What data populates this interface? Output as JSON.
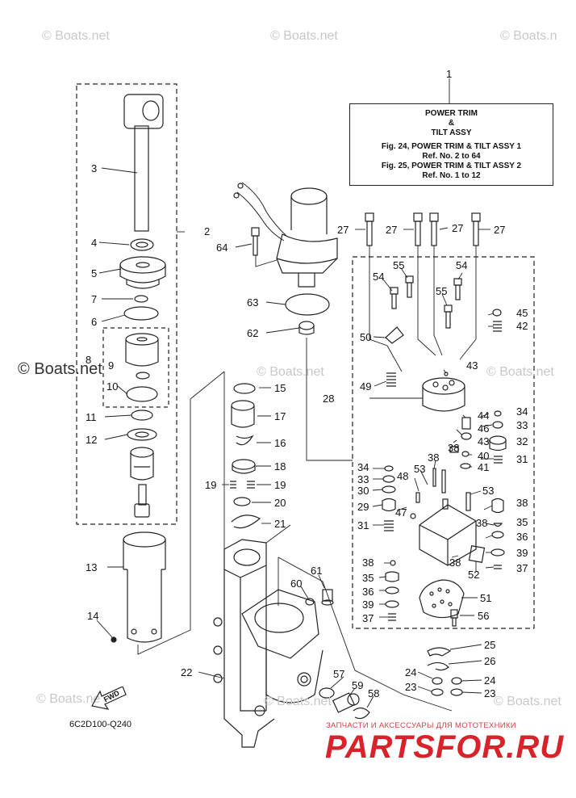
{
  "watermarks": {
    "top_left": "© Boats.net",
    "top_center": "© Boats.net",
    "top_right": "© Boats.n",
    "mid_left": "© Boats.net",
    "mid_center": "© Boats.net",
    "mid_right": "© Boats.net",
    "bottom_left": "© Boats.ne",
    "bottom_center": "© Boats.net",
    "bottom_right": "© Boats.net"
  },
  "info_box": {
    "ref_number": "1",
    "title_line1": "POWER TRIM",
    "title_line2": "&",
    "title_line3": "TILT ASSY",
    "fig1_line": "Fig. 24, POWER TRIM & TILT ASSY 1",
    "fig1_ref": "Ref. No. 2 to 64",
    "fig2_line": "Fig. 25, POWER TRIM & TILT ASSY 2",
    "fig2_ref": "Ref. No. 1 to 12"
  },
  "diagram_code": "6C2D100-Q240",
  "fwd_label": "FWD",
  "branding": {
    "ru_text": "ЗАПЧАСТИ И АКСЕССУАРЫ ДЛЯ МОТОТЕХНИКИ",
    "site": "PARTSFOR.RU",
    "accent": "#d9232a"
  },
  "callouts": {
    "c2": "2",
    "c3": "3",
    "c4": "4",
    "c5": "5",
    "c6": "6",
    "c7": "7",
    "c8": "8",
    "c9": "9",
    "c10": "10",
    "c11": "11",
    "c12": "12",
    "c13": "13",
    "c14": "14",
    "c15": "15",
    "c16": "16",
    "c17": "17",
    "c18": "18",
    "c19a": "19",
    "c19b": "19",
    "c20": "20",
    "c21": "21",
    "c22": "22",
    "c23a": "23",
    "c23b": "23",
    "c24a": "24",
    "c24b": "24",
    "c25": "25",
    "c26": "26",
    "c27a": "27",
    "c27b": "27",
    "c27c": "27",
    "c27d": "27",
    "c28": "28",
    "c29": "29",
    "c30": "30",
    "c31a": "31",
    "c31b": "31",
    "c32": "32",
    "c33a": "33",
    "c33b": "33",
    "c34a": "34",
    "c34b": "34",
    "c35a": "35",
    "c35b": "35",
    "c36a": "36",
    "c36b": "36",
    "c37a": "37",
    "c37b": "37",
    "c38a": "38",
    "c38b": "38",
    "c38c": "38",
    "c38d": "38",
    "c38e": "38",
    "c39a": "39",
    "c39b": "39",
    "c40": "40",
    "c41": "41",
    "c42": "42",
    "c43a": "43",
    "c43b": "43",
    "c44": "44",
    "c45": "45",
    "c46": "46",
    "c47": "47",
    "c48": "48",
    "c49": "49",
    "c50": "50",
    "c51": "51",
    "c52": "52",
    "c53a": "53",
    "c53b": "53",
    "c54a": "54",
    "c54b": "54",
    "c55a": "55",
    "c55b": "55",
    "c56": "56",
    "c57": "57",
    "c58": "58",
    "c59": "59",
    "c60": "60",
    "c61": "61",
    "c62": "62",
    "c63": "63",
    "c64": "64"
  }
}
